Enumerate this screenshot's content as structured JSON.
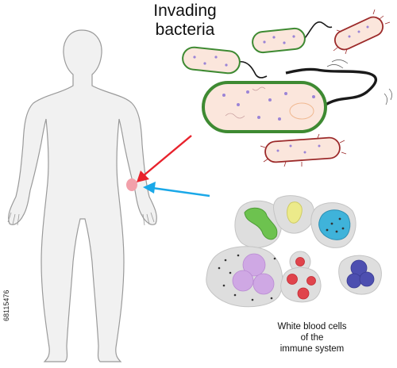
{
  "title_lines": [
    "Invading",
    "bacteria"
  ],
  "caption_lines": [
    "White blood cells",
    "of the",
    "immune system"
  ],
  "stock_id": "68115476",
  "colors": {
    "body_fill": "#f1f1f1",
    "body_stroke": "#9a9a9a",
    "wound": "#f2a0aa",
    "arrow_bacteria": "#e8222c",
    "arrow_immune": "#1aa8e8",
    "bacteria_fill": "#fbe6dc",
    "bacteria_green": "#3e8a32",
    "bacteria_red": "#9c2a2a",
    "flagellum": "#1a1a1a",
    "granule": "#9b84d6",
    "cell_gray": "#dedede",
    "nucleus_green": "#6dc24f",
    "nucleus_yellow": "#ecea8a",
    "nucleus_cyan": "#3fb3da",
    "nucleus_purple": "#cfa8e4",
    "nucleus_red": "#e0444c",
    "nucleus_navy": "#4d4fb0"
  }
}
